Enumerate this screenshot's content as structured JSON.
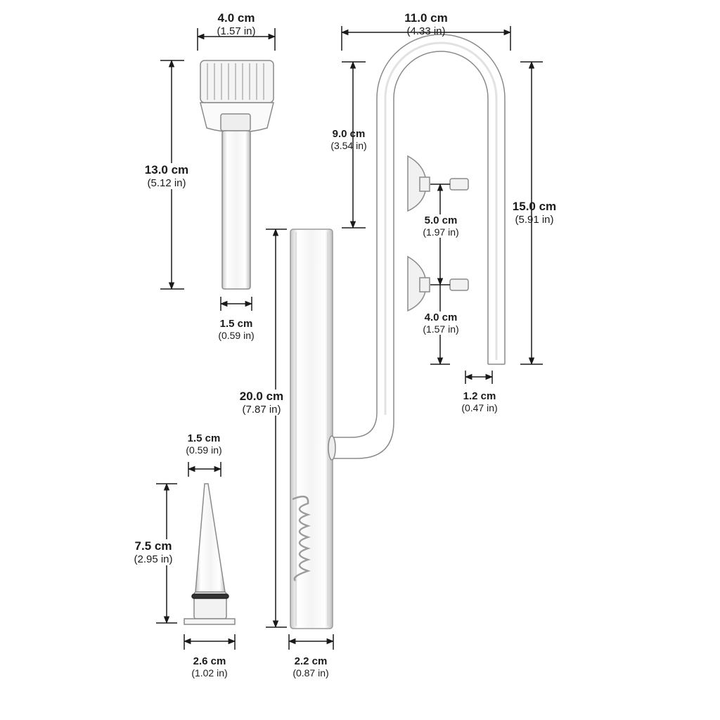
{
  "dimensions": {
    "inflow_width": {
      "cm": "11.0 cm",
      "in": "(4.33 in)"
    },
    "inflow_drop": {
      "cm": "9.0 cm",
      "in": "(3.54 in)"
    },
    "inflow_height": {
      "cm": "15.0 cm",
      "in": "(5.91 in)"
    },
    "cup_spacing": {
      "cm": "5.0 cm",
      "in": "(1.97 in)"
    },
    "cup_to_end": {
      "cm": "4.0 cm",
      "in": "(1.57 in)"
    },
    "outlet_dia": {
      "cm": "1.2 cm",
      "in": "(0.47 in)"
    },
    "skimmer_width": {
      "cm": "4.0 cm",
      "in": "(1.57 in)"
    },
    "skimmer_height": {
      "cm": "13.0 cm",
      "in": "(5.12 in)"
    },
    "skimmer_dia": {
      "cm": "1.5 cm",
      "in": "(0.59 in)"
    },
    "tube_height": {
      "cm": "20.0 cm",
      "in": "(7.87 in)"
    },
    "tube_dia": {
      "cm": "2.2 cm",
      "in": "(0.87 in)"
    },
    "nozzle_tip": {
      "cm": "1.5 cm",
      "in": "(0.59 in)"
    },
    "nozzle_height": {
      "cm": "7.5 cm",
      "in": "(2.95 in)"
    },
    "nozzle_base": {
      "cm": "2.6 cm",
      "in": "(1.02 in)"
    }
  }
}
